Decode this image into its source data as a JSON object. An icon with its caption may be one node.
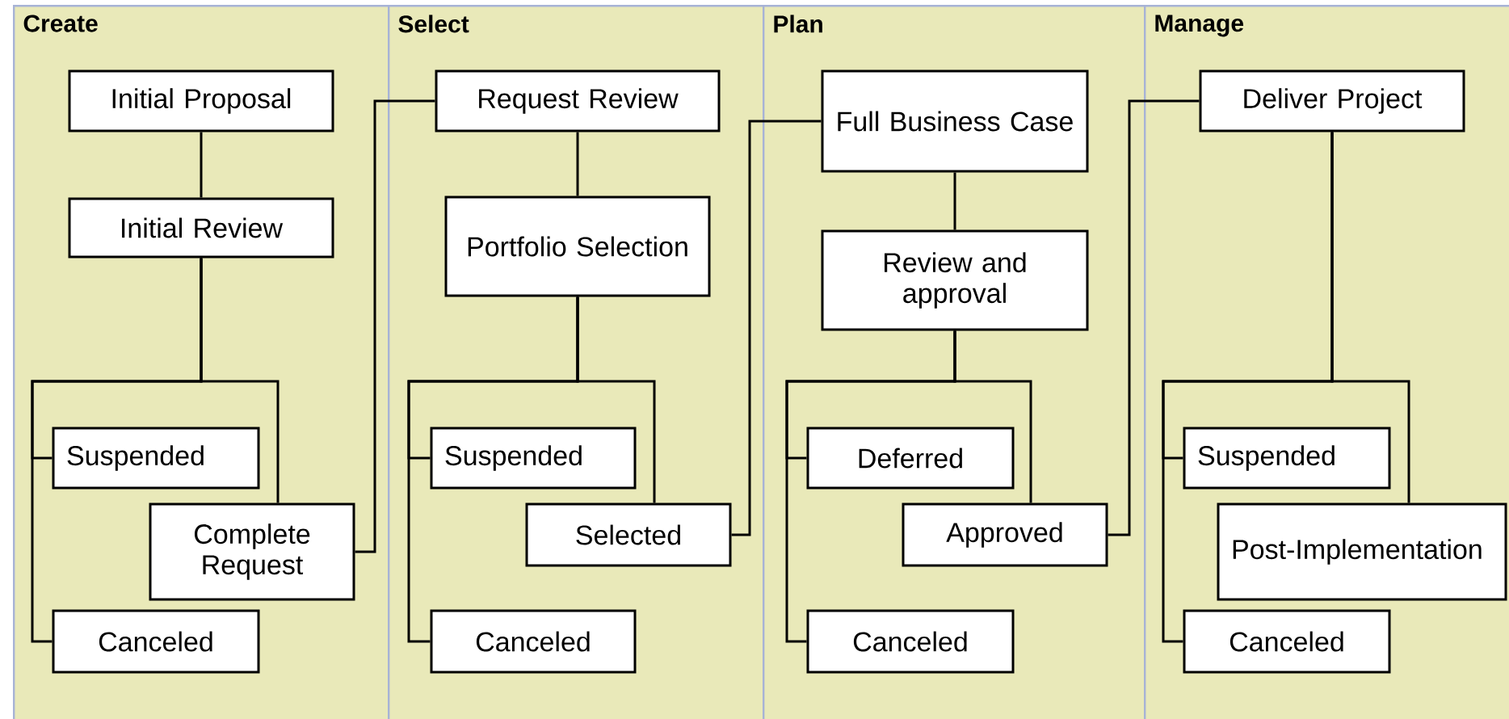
{
  "diagram": {
    "nodes": [
      {
        "text": [
          "Create"
        ]
      },
      {
        "text": [
          "Initial Proposal"
        ],
        "in": 0
      },
      {
        "text": [
          "Initial Review"
        ],
        "in": 0
      },
      {
        "text": [
          "Suspended"
        ],
        "in": 0
      },
      {
        "text": [
          "Complete Request"
        ],
        "in": 0
      },
      {
        "text": [
          "Canceled"
        ],
        "in": 0
      },
      {
        "text": [
          "Select"
        ]
      },
      {
        "text": [
          "Request Review"
        ],
        "in": 6
      },
      {
        "text": [
          "Portfolio Selection"
        ],
        "in": 6
      },
      {
        "text": [
          "Suspended"
        ],
        "in": 6
      },
      {
        "text": [
          "Selected"
        ],
        "in": 6
      },
      {
        "text": [
          "Canceled"
        ],
        "in": 6
      },
      {
        "text": [
          "Plan"
        ]
      },
      {
        "text": [
          "Full Business Case"
        ],
        "in": 12
      },
      {
        "text": [
          "Review and approval"
        ],
        "in": 12
      },
      {
        "text": [
          "Deferred"
        ],
        "in": 12
      },
      {
        "text": [
          "Approved"
        ],
        "in": 12
      },
      {
        "text": [
          "Canceled"
        ],
        "in": 12
      },
      {
        "text": [
          "Manage"
        ]
      },
      {
        "text": [
          "Deliver Project"
        ],
        "in": 18
      },
      {
        "text": [
          "Suspended"
        ],
        "in": 18
      },
      {
        "text": [
          "Post-Implementation"
        ],
        "in": 18
      },
      {
        "text": [
          "Canceled"
        ],
        "in": 18
      }
    ],
    "edges": [
      {
        "from": 1,
        "to": 2,
        "arrow": "none"
      },
      {
        "from": 2,
        "to": 3,
        "arrow": "none"
      },
      {
        "from": 2,
        "to": 4,
        "arrow": "none"
      },
      {
        "from": 2,
        "to": 5,
        "arrow": "none"
      },
      {
        "from": 4,
        "to": 7,
        "arrow": "none"
      },
      {
        "from": 7,
        "to": 8,
        "arrow": "none"
      },
      {
        "from": 8,
        "to": 9,
        "arrow": "none"
      },
      {
        "from": 8,
        "to": 10,
        "arrow": "none"
      },
      {
        "from": 8,
        "to": 11,
        "arrow": "none"
      },
      {
        "from": 10,
        "to": 13,
        "arrow": "none"
      },
      {
        "from": 13,
        "to": 14,
        "arrow": "none"
      },
      {
        "from": 14,
        "to": 15,
        "arrow": "none"
      },
      {
        "from": 14,
        "to": 16,
        "arrow": "none"
      },
      {
        "from": 14,
        "to": 17,
        "arrow": "none"
      },
      {
        "from": 16,
        "to": 19,
        "arrow": "none"
      },
      {
        "from": 19,
        "to": 20,
        "arrow": "none"
      },
      {
        "from": 19,
        "to": 21,
        "arrow": "none"
      },
      {
        "from": 19,
        "to": 22,
        "arrow": "none"
      }
    ]
  }
}
